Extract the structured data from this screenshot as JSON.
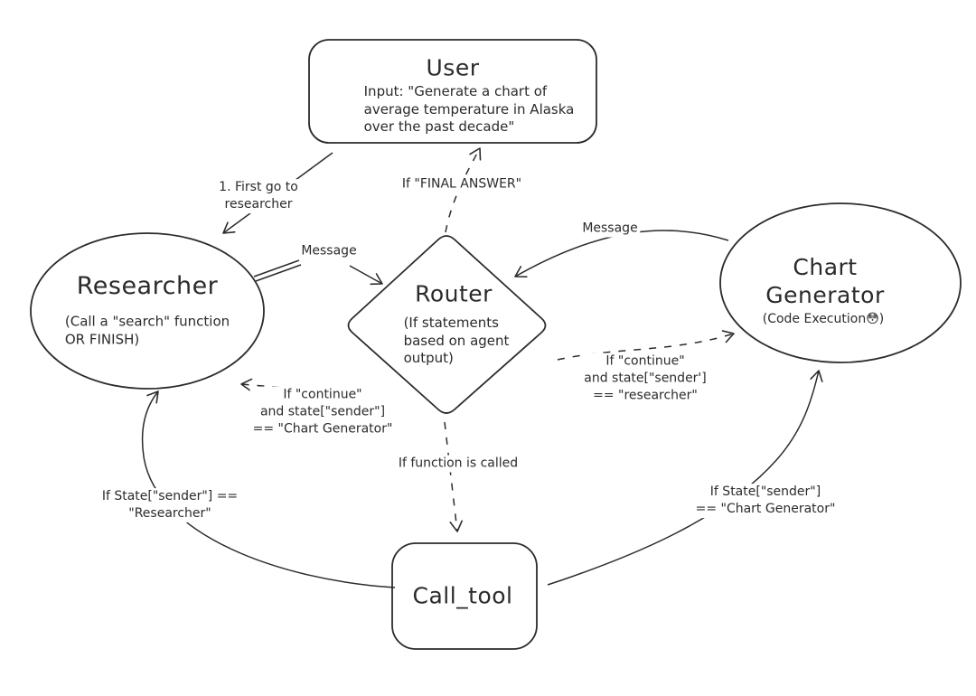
{
  "canvas": {
    "background": "#ffffff",
    "ink": "#2b2b2b"
  },
  "nodes": {
    "user": {
      "title": "User",
      "body": "Input: \"Generate a chart of\naverage temperature in Alaska\nover the past decade\""
    },
    "researcher": {
      "title": "Researcher",
      "body": "(Call a \"search\" function\nOR FINISH)"
    },
    "router": {
      "title": "Router",
      "body": "(If statements\nbased on agent\noutput)"
    },
    "chart_generator": {
      "title": "Chart\nGenerator",
      "body": "(Code Execution😳)"
    },
    "call_tool": {
      "title": "Call_tool"
    }
  },
  "edges": {
    "user_to_researcher": {
      "label": "1. First go to\nresearcher",
      "style": "solid"
    },
    "router_to_user": {
      "label": "If \"FINAL ANSWER\"",
      "style": "dashed"
    },
    "researcher_to_router": {
      "label": "Message",
      "style": "solid"
    },
    "chart_generator_to_router": {
      "label": "Message",
      "style": "solid"
    },
    "router_to_researcher": {
      "label": "If \"continue\"\nand state[\"sender\"]\n== \"Chart Generator\"",
      "style": "dashed"
    },
    "router_to_chart_generator": {
      "label": "If \"continue\"\nand state[\"sender']\n== \"researcher\"",
      "style": "dashed"
    },
    "router_to_call_tool": {
      "label": "If function is called",
      "style": "dashed"
    },
    "call_tool_to_researcher": {
      "label": "If State[\"sender\"] ==\n\"Researcher\"",
      "style": "solid"
    },
    "call_tool_to_chart_generator": {
      "label": "If State[\"sender\"]\n== \"Chart Generator\"",
      "style": "solid"
    }
  }
}
